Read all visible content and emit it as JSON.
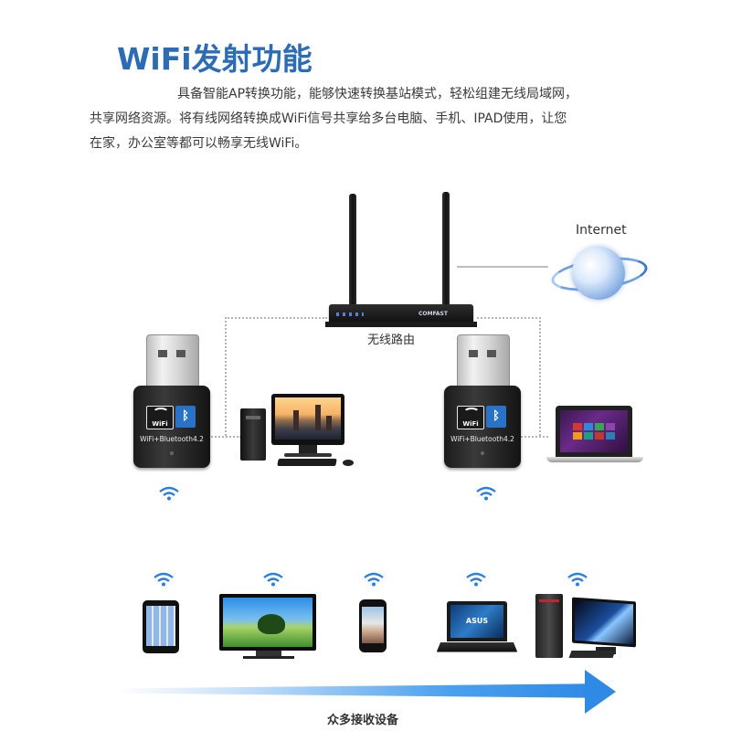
{
  "header": {
    "title": "WiFi发射功能",
    "desc_line1": "具备智能AP转换功能，能够快速转换基站模式，轻松组建无线局域网，",
    "desc_line2": "共享网络资源。将有线网络转换成WiFi信号共享给多台电脑、手机、IPAD使用，让您",
    "desc_line3": "在家，办公室等都可以畅享无线WiFi。"
  },
  "diagram": {
    "internet_label": "Internet",
    "router_label": "无线路由",
    "router_brand": "COMFAST",
    "usb_label": "WiFi+Bluetooth4.2",
    "usb_wifi_text": "WiFi",
    "bluetooth_glyph": "ᛒ",
    "asus_text": "ASUS"
  },
  "footer": {
    "arrow_label": "众多接收设备"
  },
  "colors": {
    "title": "#2b6cb5",
    "accent_blue": "#2f8ae6",
    "signal_blue": "#2a7fe0"
  }
}
